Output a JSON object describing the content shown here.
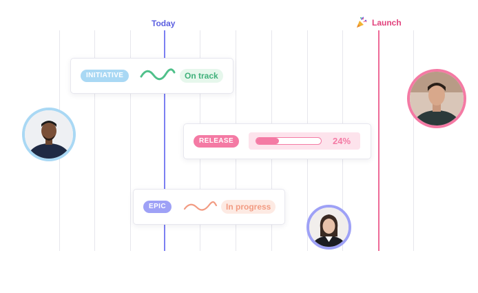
{
  "timeline": {
    "today_label": "Today",
    "launch_label": "Launch",
    "launch_icon": "party-popper-icon"
  },
  "cards": {
    "initiative": {
      "tag": "INITIATIVE",
      "status": "On track",
      "tag_color": "#a9d8f4",
      "status_color": "#3fb07a"
    },
    "release": {
      "tag": "RELEASE",
      "progress_label": "24%",
      "progress_value": 0.24,
      "tag_color": "#f47aa4"
    },
    "epic": {
      "tag": "EPIC",
      "status": "In progress",
      "tag_color": "#9ea1f6",
      "status_color": "#f29b82"
    }
  },
  "colors": {
    "today": "#7b7ff2",
    "launch": "#ee6a97"
  }
}
